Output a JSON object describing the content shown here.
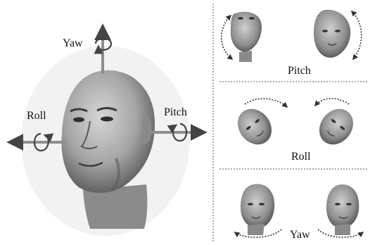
{
  "main_view": {
    "labels": {
      "yaw": "Yaw",
      "roll": "Roll",
      "pitch": "Pitch"
    }
  },
  "panels": [
    {
      "label": "Pitch"
    },
    {
      "label": "Roll"
    },
    {
      "label": "Yaw"
    }
  ],
  "colors": {
    "skin_light": "#c9c9c9",
    "skin_mid": "#9a9a9a",
    "skin_dark": "#4a4a4a",
    "axis": "#8a8a8a",
    "arrow": "#333333",
    "divider": "#6a6a6a",
    "background": "#ffffff"
  },
  "icons": {
    "head": "human-head-icon",
    "rotation_arrow": "curved-rotation-arrow-icon"
  }
}
